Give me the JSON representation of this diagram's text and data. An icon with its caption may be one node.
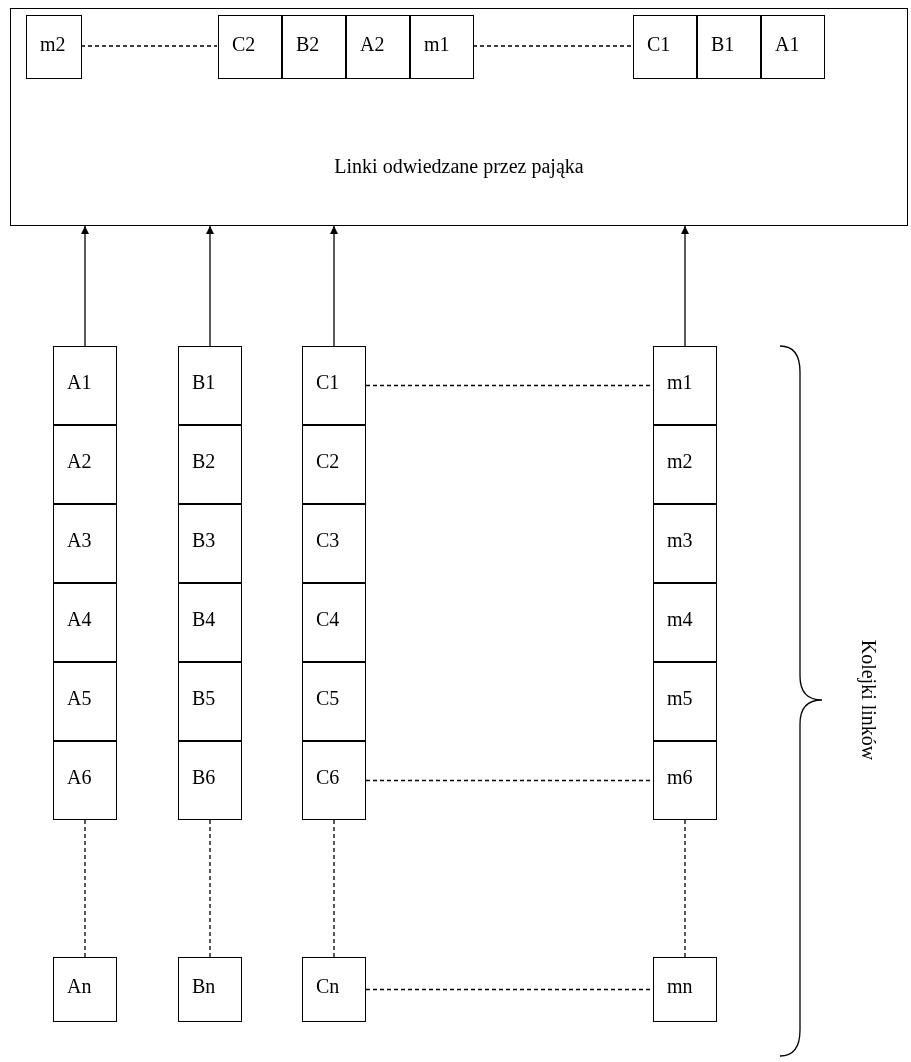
{
  "diagram": {
    "nodes": [
      {
        "text": [
          "Linki odwiedzane przez pająka"
        ]
      },
      {
        "text": [
          "m2"
        ],
        "in": 0
      },
      {
        "text": [
          "C2"
        ],
        "in": 0
      },
      {
        "text": [
          "B2"
        ],
        "in": 0
      },
      {
        "text": [
          "A2"
        ],
        "in": 0
      },
      {
        "text": [
          "m1"
        ],
        "in": 0
      },
      {
        "text": [
          "C1"
        ],
        "in": 0
      },
      {
        "text": [
          "B1"
        ],
        "in": 0
      },
      {
        "text": [
          "A1"
        ],
        "in": 0
      },
      {
        "text": [
          "A1"
        ]
      },
      {
        "text": [
          "B1"
        ]
      },
      {
        "text": [
          "C1"
        ]
      },
      {
        "text": [
          "m1"
        ]
      },
      {
        "text": [
          "A2"
        ]
      },
      {
        "text": [
          "B2"
        ]
      },
      {
        "text": [
          "C2"
        ]
      },
      {
        "text": [
          "m2"
        ]
      },
      {
        "text": [
          "A3"
        ]
      },
      {
        "text": [
          "B3"
        ]
      },
      {
        "text": [
          "C3"
        ]
      },
      {
        "text": [
          "m3"
        ]
      },
      {
        "text": [
          "A4"
        ]
      },
      {
        "text": [
          "B4"
        ]
      },
      {
        "text": [
          "C4"
        ]
      },
      {
        "text": [
          "m4"
        ]
      },
      {
        "text": [
          "A5"
        ]
      },
      {
        "text": [
          "B5"
        ]
      },
      {
        "text": [
          "C5"
        ]
      },
      {
        "text": [
          "m5"
        ]
      },
      {
        "text": [
          "A6"
        ]
      },
      {
        "text": [
          "B6"
        ]
      },
      {
        "text": [
          "C6"
        ]
      },
      {
        "text": [
          "m6"
        ]
      },
      {
        "text": [
          "An"
        ]
      },
      {
        "text": [
          "Bn"
        ]
      },
      {
        "text": [
          "Cn"
        ]
      },
      {
        "text": [
          "mn"
        ]
      }
    ],
    "edges": [
      {
        "from": 1,
        "to": 2,
        "arrow": "none",
        "style": "dashed"
      },
      {
        "from": 5,
        "to": 6,
        "arrow": "none",
        "style": "dashed"
      },
      {
        "from": 9,
        "to": 0,
        "arrow": "to"
      },
      {
        "from": 10,
        "to": 0,
        "arrow": "to"
      },
      {
        "from": 11,
        "to": 0,
        "arrow": "to"
      },
      {
        "from": 12,
        "to": 0,
        "arrow": "to"
      },
      {
        "from": 11,
        "to": 12,
        "arrow": "none",
        "style": "dashed"
      },
      {
        "from": 31,
        "to": 32,
        "arrow": "none",
        "style": "dashed"
      },
      {
        "from": 29,
        "to": 33,
        "arrow": "none",
        "style": "dashed"
      },
      {
        "from": 30,
        "to": 34,
        "arrow": "none",
        "style": "dashed"
      },
      {
        "from": 31,
        "to": 35,
        "arrow": "none",
        "style": "dashed"
      },
      {
        "from": 32,
        "to": 36,
        "arrow": "none",
        "style": "dashed"
      },
      {
        "from": 35,
        "to": 36,
        "arrow": "none",
        "style": "dashed"
      }
    ],
    "labels": [
      "Kolejki linków"
    ]
  }
}
